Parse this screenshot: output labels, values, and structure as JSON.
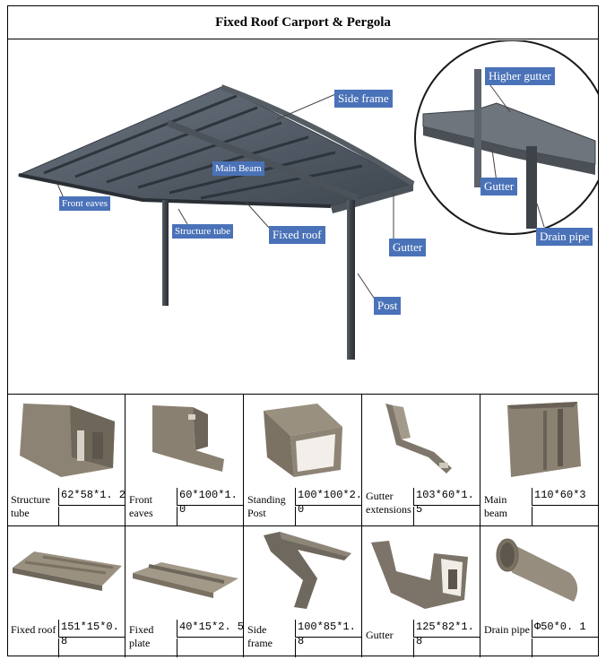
{
  "title": "Fixed Roof Carport & Pergola",
  "callouts": {
    "side_frame": "Side frame",
    "main_beam": "Main Beam",
    "front_eaves": "Front eaves",
    "structure_tube": "Structure tube",
    "fixed_roof": "Fixed roof",
    "gutter": "Gutter",
    "post": "Post",
    "higher_gutter": "Higher gutter",
    "gutter_detail": "Gutter",
    "drain_pipe": "Drain pipe"
  },
  "parts": [
    {
      "name": "Structure tube",
      "spec": "62*58*1. 2"
    },
    {
      "name": "Front eaves",
      "spec": "60*100*1. 0"
    },
    {
      "name": "Standing Post",
      "spec": "100*100*2. 0"
    },
    {
      "name": "Gutter extensions",
      "spec": "103*60*1. 5"
    },
    {
      "name": "Main beam",
      "spec": "110*60*3"
    },
    {
      "name": "Fixed roof",
      "spec": "151*15*0. 8"
    },
    {
      "name": "Fixed plate",
      "spec": "40*15*2. 5"
    },
    {
      "name": "Side frame",
      "spec": "100*85*1. 8"
    },
    {
      "name": "Gutter",
      "spec": "125*82*1. 8"
    },
    {
      "name": "Drain pipe",
      "spec": "Φ50*0. 1"
    }
  ]
}
